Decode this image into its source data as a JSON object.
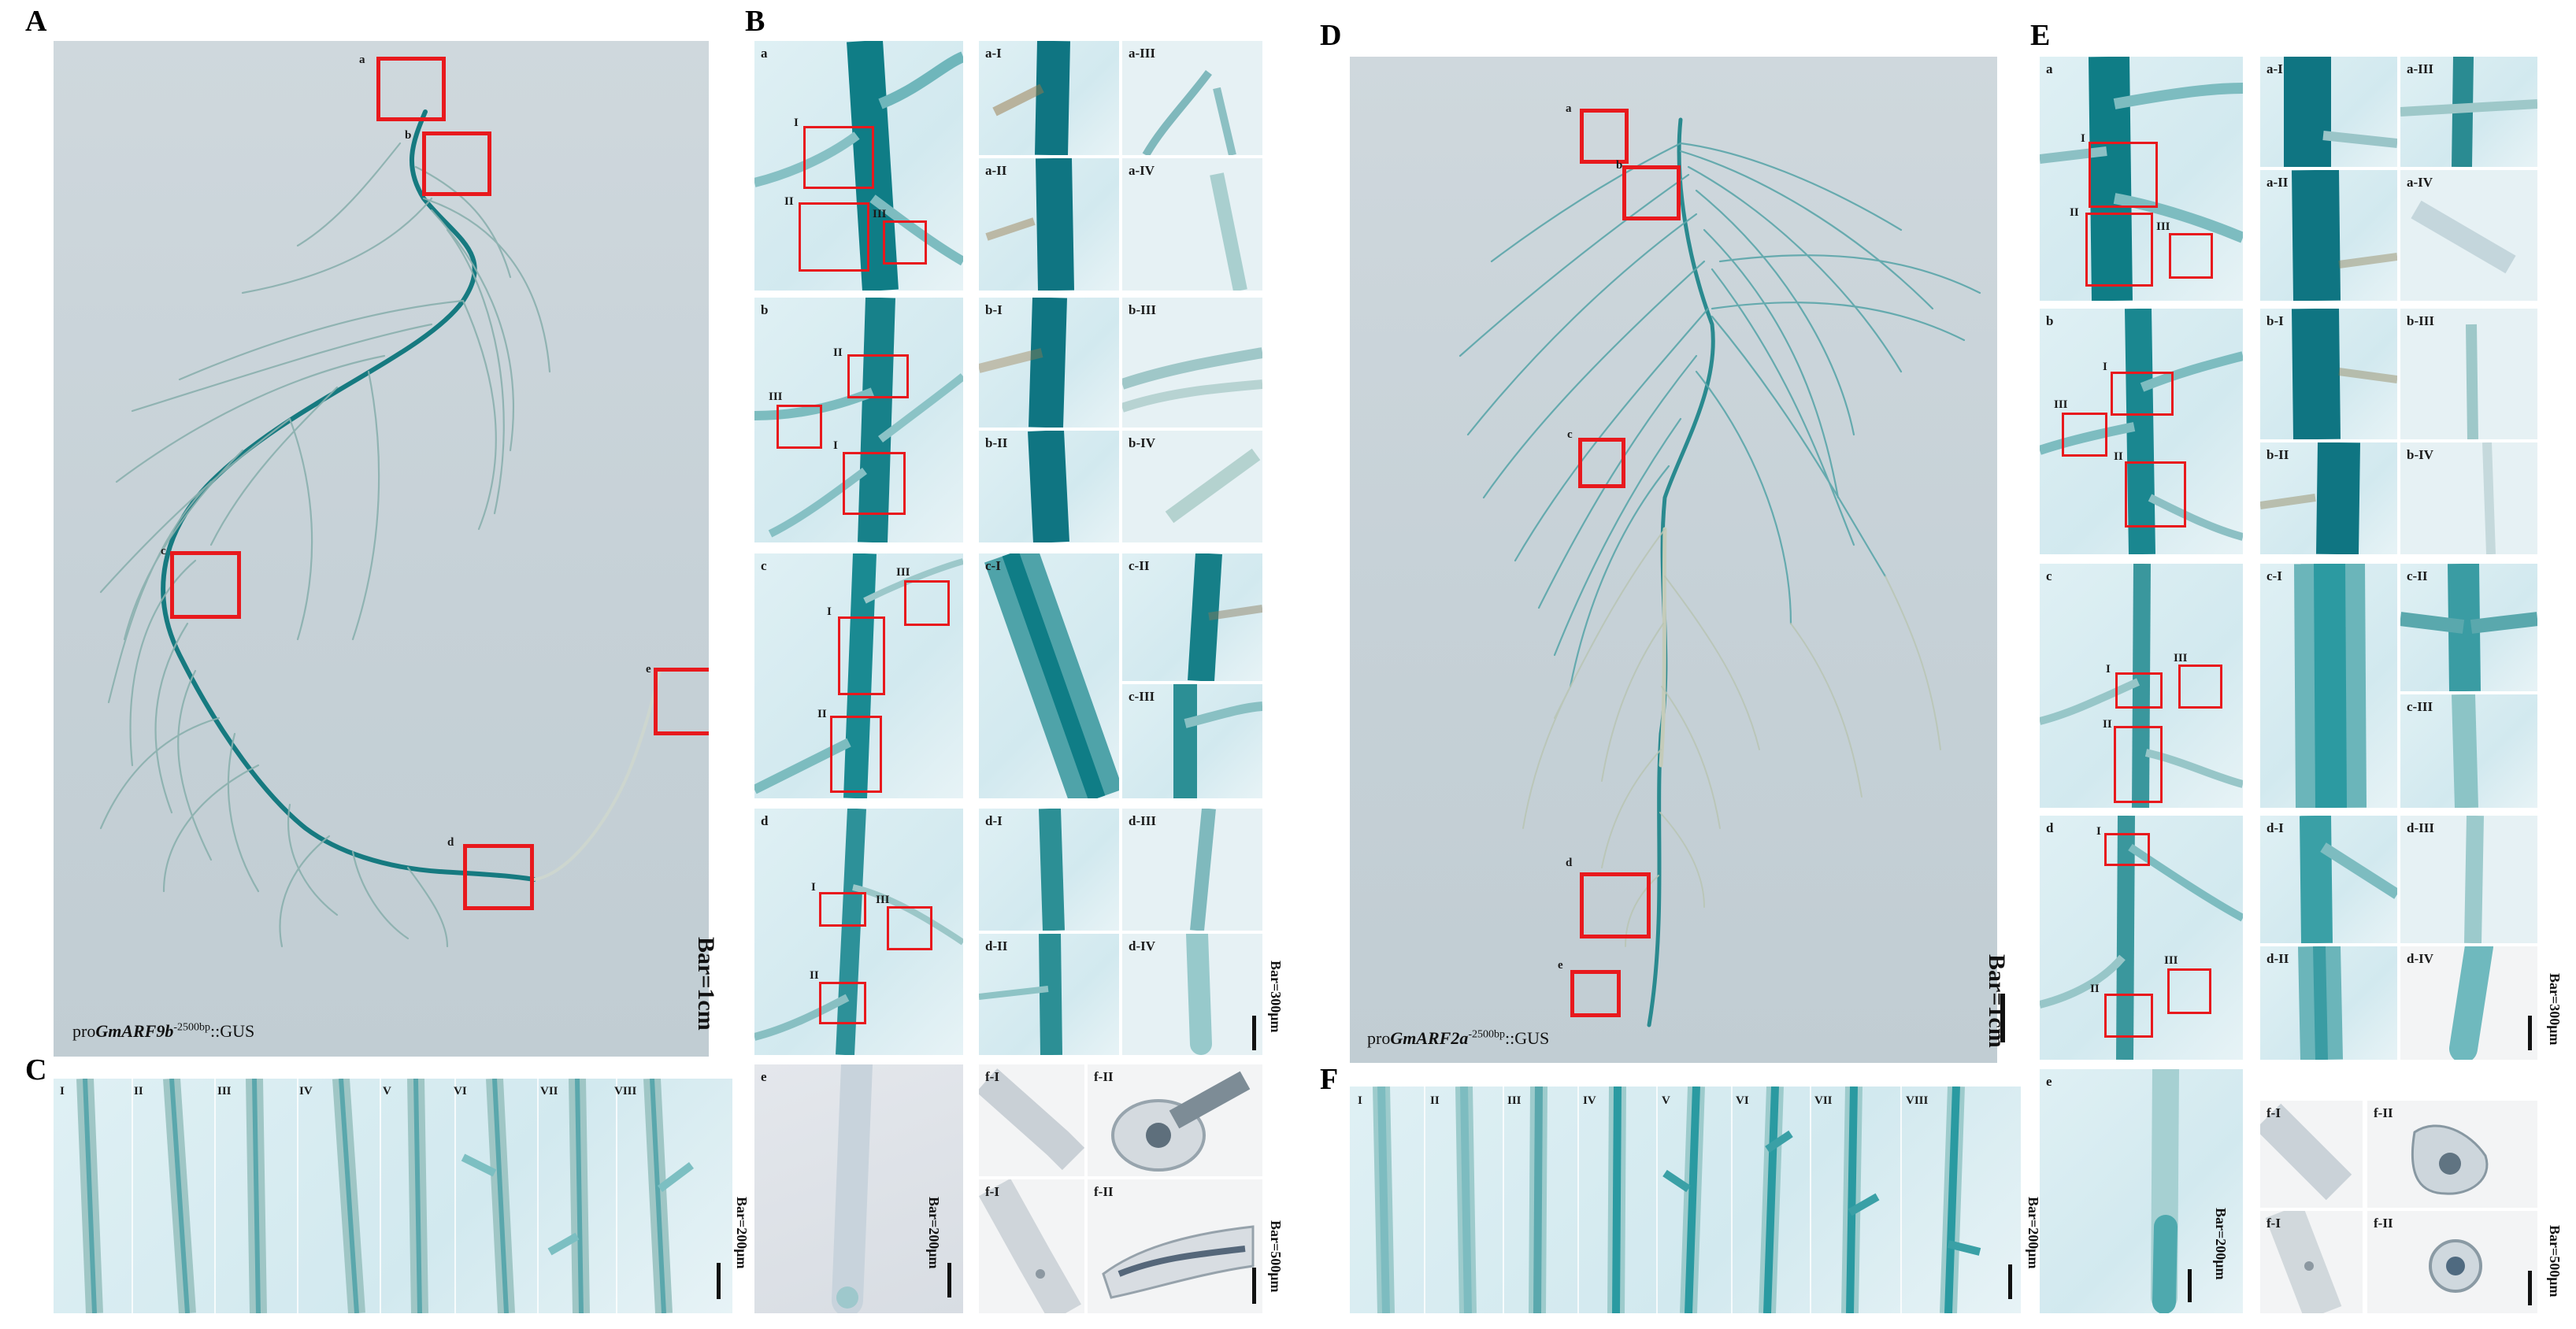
{
  "panels": {
    "A": {
      "label": "A",
      "caption_prefix": "pro",
      "caption_gene": "GmARF9b",
      "caption_sup": "-2500bp",
      "caption_suffix": "::GUS",
      "scale": "Bar=1cm",
      "boxes": [
        "a",
        "b",
        "c",
        "d",
        "e"
      ]
    },
    "B": {
      "label": "B",
      "scale_top": "Bar=300μm",
      "scale_e": "Bar=200μm",
      "scale_f": "Bar=500μm",
      "rows": [
        {
          "key": "a",
          "tiles": [
            "a-I",
            "a-III",
            "a-II",
            "a-IV"
          ],
          "romans": [
            "I",
            "II",
            "III"
          ]
        },
        {
          "key": "b",
          "tiles": [
            "b-I",
            "b-III",
            "b-II",
            "b-IV"
          ],
          "romans": [
            "II",
            "III",
            "I"
          ]
        },
        {
          "key": "c",
          "tiles": [
            "c-I",
            "c-II",
            "c-III"
          ],
          "romans": [
            "III",
            "I",
            "II"
          ]
        },
        {
          "key": "d",
          "tiles": [
            "d-I",
            "d-III",
            "d-II",
            "d-IV"
          ],
          "romans": [
            "I",
            "III",
            "II"
          ]
        },
        {
          "key": "e",
          "tiles": [
            "f-I",
            "f-II",
            "f-I",
            "f-II"
          ]
        }
      ]
    },
    "C": {
      "label": "C",
      "scale": "Bar=200μm",
      "romans": [
        "I",
        "II",
        "III",
        "IV",
        "V",
        "VI",
        "VII",
        "VIII"
      ]
    },
    "D": {
      "label": "D",
      "caption_prefix": "pro",
      "caption_gene": "GmARF2a",
      "caption_sup": "-2500bp",
      "caption_suffix": "::GUS",
      "scale": "Bar=1cm",
      "boxes": [
        "a",
        "b",
        "c",
        "d",
        "e"
      ]
    },
    "E": {
      "label": "E",
      "scale_top": "Bar=300μm",
      "scale_e": "Bar=200μm",
      "scale_f": "Bar=500μm",
      "rows": [
        {
          "key": "a",
          "tiles": [
            "a-I",
            "a-III",
            "a-II",
            "a-IV"
          ],
          "romans": [
            "I",
            "II",
            "III"
          ]
        },
        {
          "key": "b",
          "tiles": [
            "b-I",
            "b-III",
            "b-II",
            "b-IV"
          ],
          "romans": [
            "I",
            "III",
            "II"
          ]
        },
        {
          "key": "c",
          "tiles": [
            "c-I",
            "c-II",
            "c-III"
          ],
          "romans": [
            "III",
            "I",
            "II"
          ]
        },
        {
          "key": "d",
          "tiles": [
            "d-I",
            "d-III",
            "d-II",
            "d-IV"
          ],
          "romans": [
            "I",
            "III",
            "II"
          ]
        },
        {
          "key": "e",
          "tiles": [
            "f-I",
            "f-II",
            "f-I",
            "f-II"
          ]
        }
      ]
    },
    "F": {
      "label": "F",
      "scale": "Bar=200μm",
      "romans": [
        "I",
        "II",
        "III",
        "IV",
        "V",
        "VI",
        "VII",
        "VIII"
      ]
    }
  },
  "colors": {
    "box": "#e8191d",
    "stain": "#0f7d86",
    "stain_light": "#6fb6bb",
    "root_pale": "#b9c6b8",
    "plate": "#c8d2d8"
  }
}
